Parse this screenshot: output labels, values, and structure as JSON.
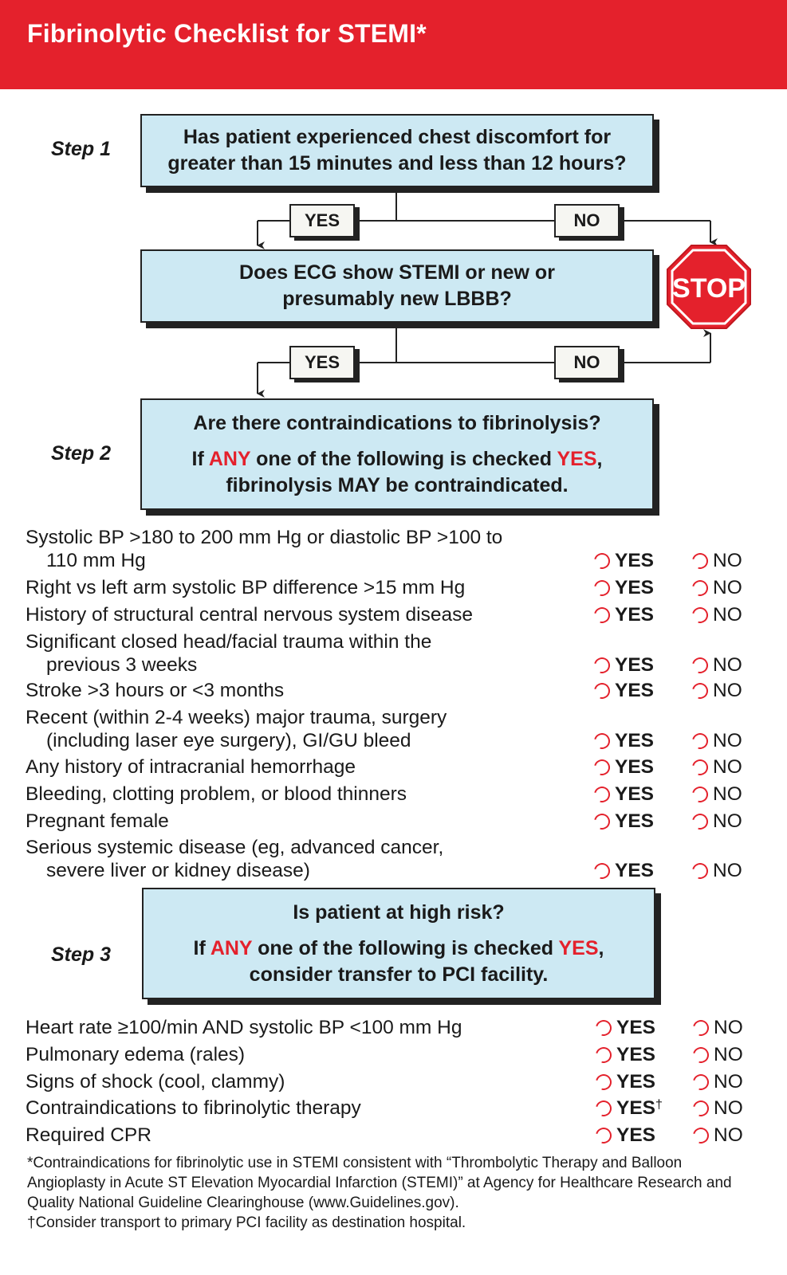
{
  "title": "Fibrinolytic Checklist for STEMI*",
  "steps": {
    "step1": "Step 1",
    "step2": "Step 2",
    "step3": "Step 3"
  },
  "questions": {
    "q1": "Has patient experienced chest discomfort for greater than 15 minutes and less than 12 hours?",
    "q2": "Does ECG show STEMI or new or presumably new LBBB?",
    "q3_title": "Are there contraindications to fibrinolysis?",
    "q3_if": "If",
    "q3_any": "ANY",
    "q3_mid": "one of the following is checked",
    "q3_yes": "YES",
    "q3_tail": ",",
    "q3_line2": "fibrinolysis MAY be contraindicated.",
    "q4_title": "Is patient at high risk?",
    "q4_if": "If",
    "q4_any": "ANY",
    "q4_mid": "one of the following is checked",
    "q4_yes": "YES",
    "q4_tail": ",",
    "q4_line2": "consider transfer to PCI facility."
  },
  "flow_labels": {
    "yes1": "YES",
    "no1": "NO",
    "yes2": "YES",
    "no2": "NO",
    "stop": "STOP"
  },
  "contraindications": [
    {
      "line1": "Systolic BP >180 to 200 mm Hg or diastolic BP >100 to",
      "line2": "110 mm Hg",
      "yes": "YES",
      "no": "NO"
    },
    {
      "line1": "Right vs left arm systolic BP difference >15 mm Hg",
      "line2": "",
      "yes": "YES",
      "no": "NO"
    },
    {
      "line1": "History of structural central nervous system disease",
      "line2": "",
      "yes": "YES",
      "no": "NO"
    },
    {
      "line1": "Significant closed head/facial trauma within the",
      "line2": "previous 3 weeks",
      "yes": "YES",
      "no": "NO"
    },
    {
      "line1": "Stroke >3 hours or <3 months",
      "line2": "",
      "yes": "YES",
      "no": "NO"
    },
    {
      "line1": "Recent (within 2-4 weeks) major trauma, surgery",
      "line2": "(including laser eye surgery), GI/GU bleed",
      "yes": "YES",
      "no": "NO"
    },
    {
      "line1": "Any history of intracranial hemorrhage",
      "line2": "",
      "yes": "YES",
      "no": "NO"
    },
    {
      "line1": "Bleeding, clotting problem, or blood thinners",
      "line2": "",
      "yes": "YES",
      "no": "NO"
    },
    {
      "line1": "Pregnant female",
      "line2": "",
      "yes": "YES",
      "no": "NO"
    },
    {
      "line1": "Serious systemic disease (eg, advanced cancer,",
      "line2": "severe liver or kidney disease)",
      "yes": "YES",
      "no": "NO"
    }
  ],
  "high_risk": [
    {
      "line1": "Heart rate ≥100/min AND systolic BP <100 mm Hg",
      "yes": "YES",
      "no": "NO"
    },
    {
      "line1": "Pulmonary edema (rales)",
      "yes": "YES",
      "no": "NO"
    },
    {
      "line1": "Signs of shock (cool, clammy)",
      "yes": "YES",
      "no": "NO"
    },
    {
      "line1": "Contraindications to fibrinolytic therapy",
      "yes": "YES",
      "dagger": "†",
      "no": "NO"
    },
    {
      "line1": "Required CPR",
      "yes": "YES",
      "no": "NO"
    }
  ],
  "footer": {
    "note1": "*Contraindications for fibrinolytic use in STEMI consistent with “Thrombolytic Therapy and Balloon Angioplasty in Acute ST Elevation Myocardial Infarction (STEMI)” at Agency for Healthcare Research and Quality National Guideline Clearinghouse (www.Guidelines.gov).",
    "note2": "†Consider transport to primary PCI facility as destination hospital."
  },
  "colors": {
    "accent_red": "#e4212c",
    "box_blue": "#cde9f3"
  },
  "icons": [
    "stop-sign-icon",
    "radio-circle-icon",
    "arrow-down-icon",
    "arrow-up-icon"
  ]
}
